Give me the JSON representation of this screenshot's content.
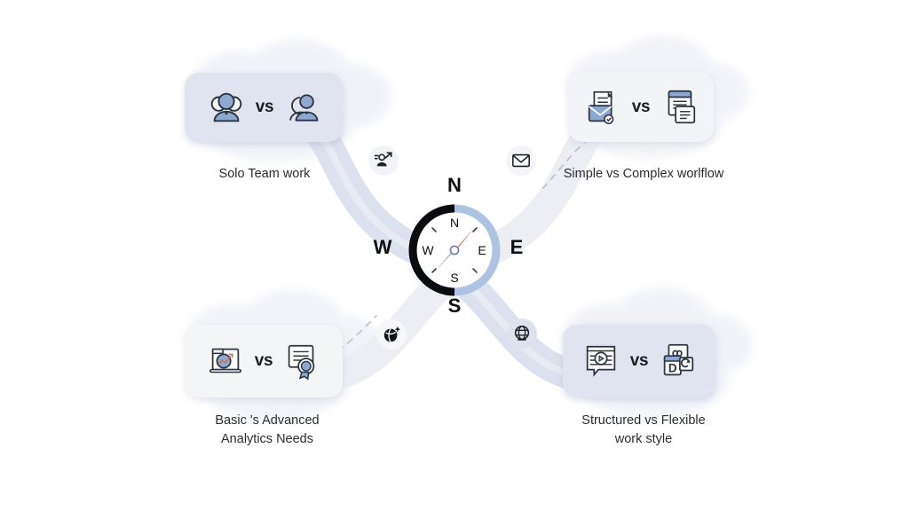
{
  "theme": {
    "background": "#ffffff",
    "card_blue": "#dfe4f0",
    "card_grey": "#f3f4f7",
    "ribbon": "#dde3ef",
    "blob": "#e6eaf4",
    "text": "#2a2c2f",
    "compass_dark": "#0b0c0f",
    "compass_light": "#aec3e2",
    "needle_red": "#d9604a",
    "needle_blue": "#8fa9cc",
    "icon_fill": "#8ea9cf",
    "icon_stroke": "#2b3240"
  },
  "compass": {
    "name": "decision-compass",
    "outer_labels": {
      "north": "N",
      "east": "E",
      "south": "S",
      "west": "W"
    },
    "inner_labels": {
      "north": "N",
      "east": "E",
      "south": "S",
      "west": "W"
    },
    "needle_heading": "NE"
  },
  "cards": [
    {
      "id": "solo-team-work",
      "position": "top-left",
      "vs_label": "vs",
      "caption": "Solo Team work",
      "left_icon": "two-people-icon",
      "right_icon": "single-person-icon",
      "card_color": "#dfe4f0"
    },
    {
      "id": "simple-complex-workflow",
      "position": "top-right",
      "vs_label": "vs",
      "caption": "Simple vs Complex worlflow",
      "left_icon": "envelope-document-icon",
      "right_icon": "stacked-documents-icon",
      "card_color": "#f3f4f7"
    },
    {
      "id": "basic-advanced-analytics",
      "position": "bottom-left",
      "vs_label": "vs",
      "caption": "Basic 's Advanced\nAnalytics Needs",
      "left_icon": "analytics-chart-icon",
      "right_icon": "document-magnifier-icon",
      "card_color": "#f4f5f7"
    },
    {
      "id": "structured-flexible-work-style",
      "position": "bottom-right",
      "vs_label": "vs",
      "caption": "Structured vs Flexible\nwork style",
      "left_icon": "video-player-card-icon",
      "right_icon": "app-tiles-icon",
      "card_color": "#dfe4f0"
    }
  ],
  "path_badges": [
    {
      "id": "badge-user-arrow",
      "icon": "user-arrow-icon",
      "position": "upper-left-path"
    },
    {
      "id": "badge-envelope",
      "icon": "envelope-icon",
      "position": "upper-right-path"
    },
    {
      "id": "badge-globe-sparkle",
      "icon": "globe-sparkle-icon",
      "position": "lower-left-path"
    },
    {
      "id": "badge-globe",
      "icon": "globe-icon",
      "position": "lower-right-path"
    }
  ]
}
